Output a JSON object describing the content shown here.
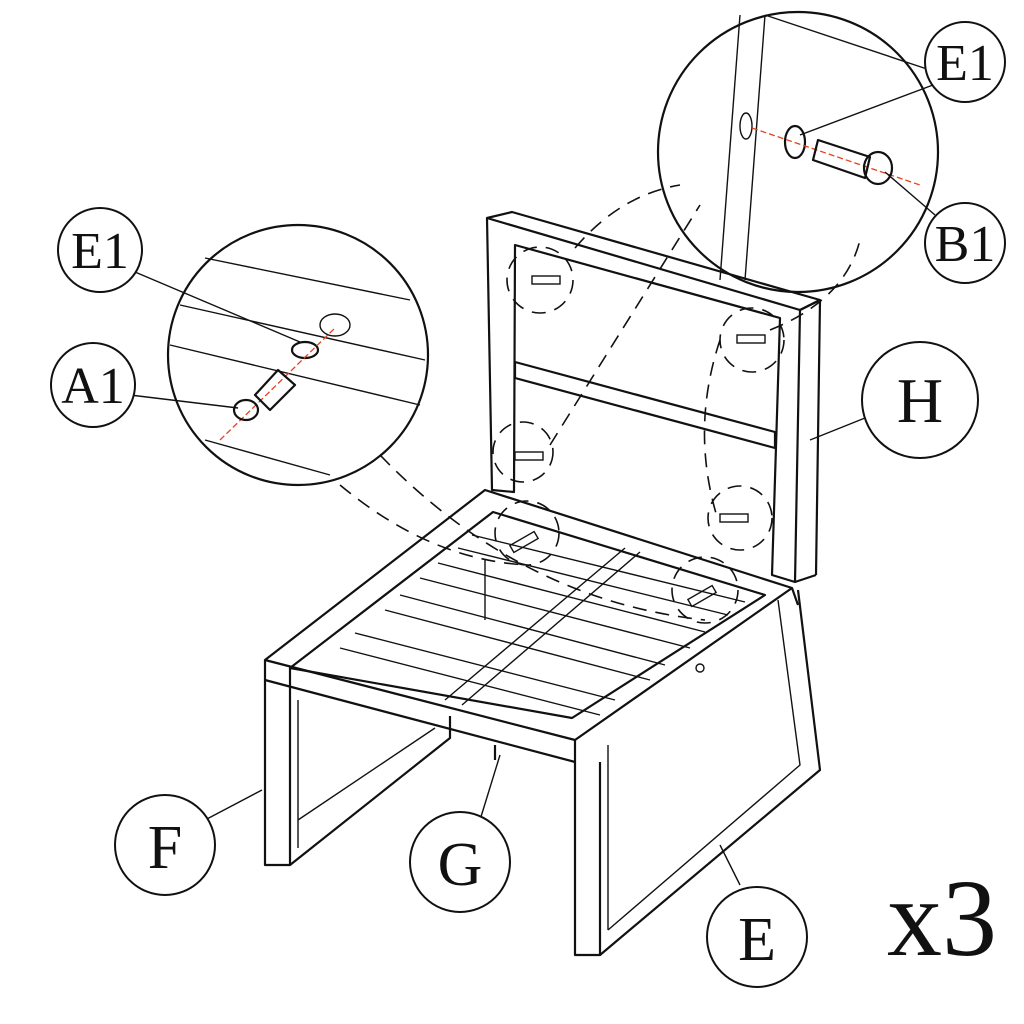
{
  "diagram": {
    "title": "Chair assembly step",
    "labels": {
      "e1_top": "E1",
      "b1": "B1",
      "e1_left": "E1",
      "a1": "A1",
      "h": "H",
      "f": "F",
      "g": "G",
      "e": "E"
    },
    "quantity": "x3",
    "colors": {
      "line": "#111111",
      "axis": "#e8401c"
    }
  }
}
